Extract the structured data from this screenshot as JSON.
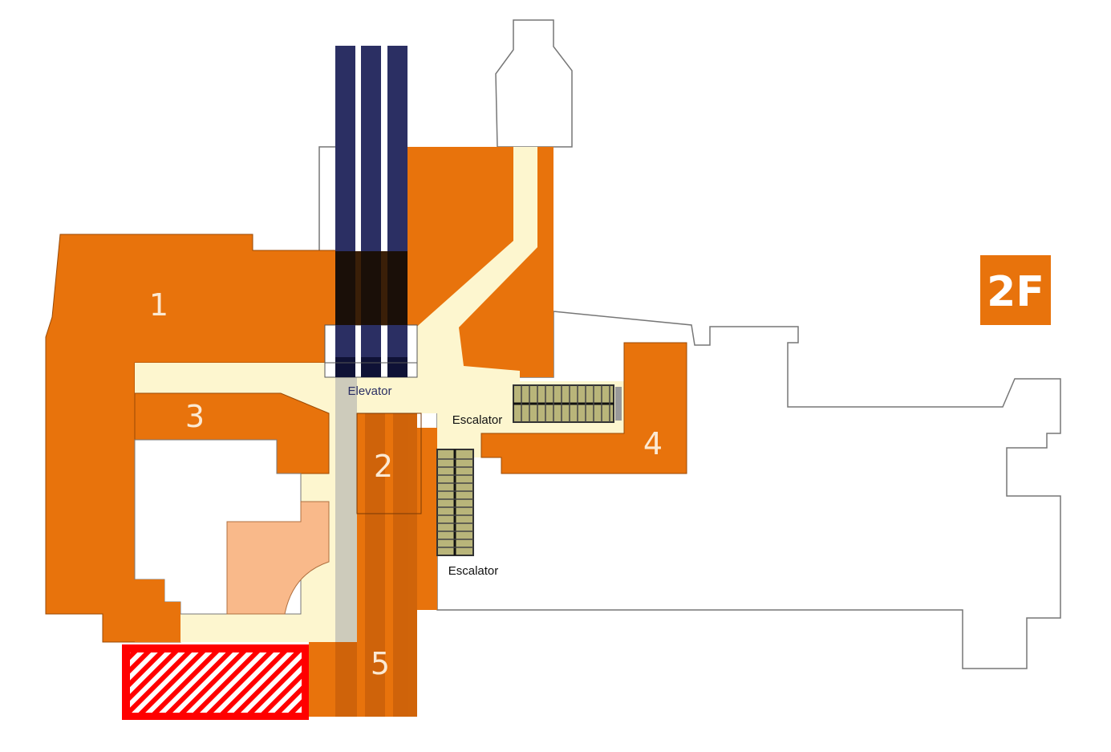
{
  "floor_badge": "2F",
  "areas": [
    {
      "id": "1",
      "label": "1"
    },
    {
      "id": "2",
      "label": "2"
    },
    {
      "id": "3",
      "label": "3"
    },
    {
      "id": "4",
      "label": "4"
    },
    {
      "id": "5",
      "label": "5"
    }
  ],
  "facilities": {
    "elevator": "Elevator",
    "escalator_1": "Escalator",
    "escalator_2": "Escalator"
  },
  "colors": {
    "shop": "#e8730c",
    "shop_dark": "#c9600a",
    "corridor": "#fdf6cf",
    "peach": "#f9b98a",
    "elevator": "#1e2466",
    "highlight": "#ff0000"
  }
}
